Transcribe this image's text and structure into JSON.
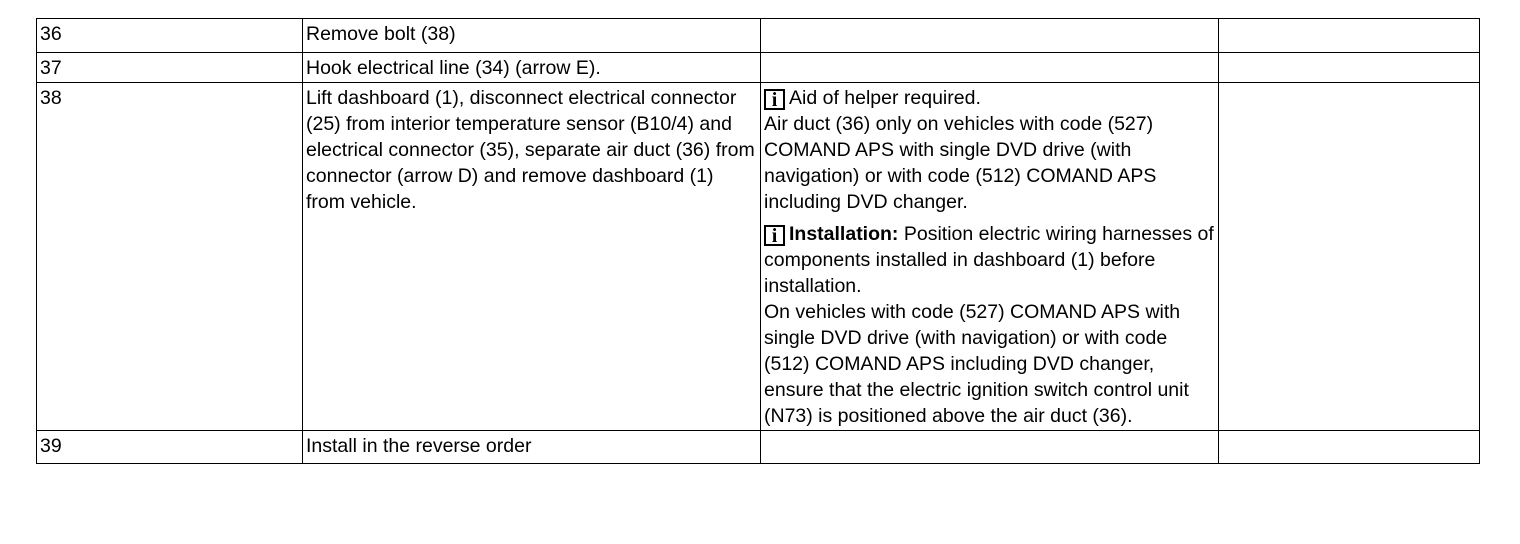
{
  "rows": [
    {
      "step": "36",
      "action": "Remove bolt (38)"
    },
    {
      "step": "37",
      "action": "Hook electrical line (34) (arrow E)."
    },
    {
      "step": "38",
      "action": "Lift dashboard (1), disconnect electrical connector (25) from interior temperature sensor (B10/4) and electrical connector (35), separate air duct (36) from connector (arrow D) and remove dashboard (1) from vehicle.",
      "notes": [
        {
          "icon": "info-icon",
          "first_line": "Aid of helper required.",
          "text": "Air duct (36) only on vehicles with code (527) COMAND APS with single DVD drive (with navigation) or with code (512) COMAND APS including DVD changer."
        },
        {
          "icon": "info-icon",
          "label": "Installation:",
          "first_line": "Position electric wiring harnesses of components installed in dashboard (1) before installation.",
          "text": "On vehicles with code (527) COMAND APS with single DVD drive (with navigation) or with code (512) COMAND APS including DVD changer, ensure that the electric ignition switch control unit (N73) is positioned above the air duct (36)."
        }
      ]
    },
    {
      "step": "39",
      "action": "Install in the reverse order"
    }
  ],
  "info_icon_glyph": "i"
}
